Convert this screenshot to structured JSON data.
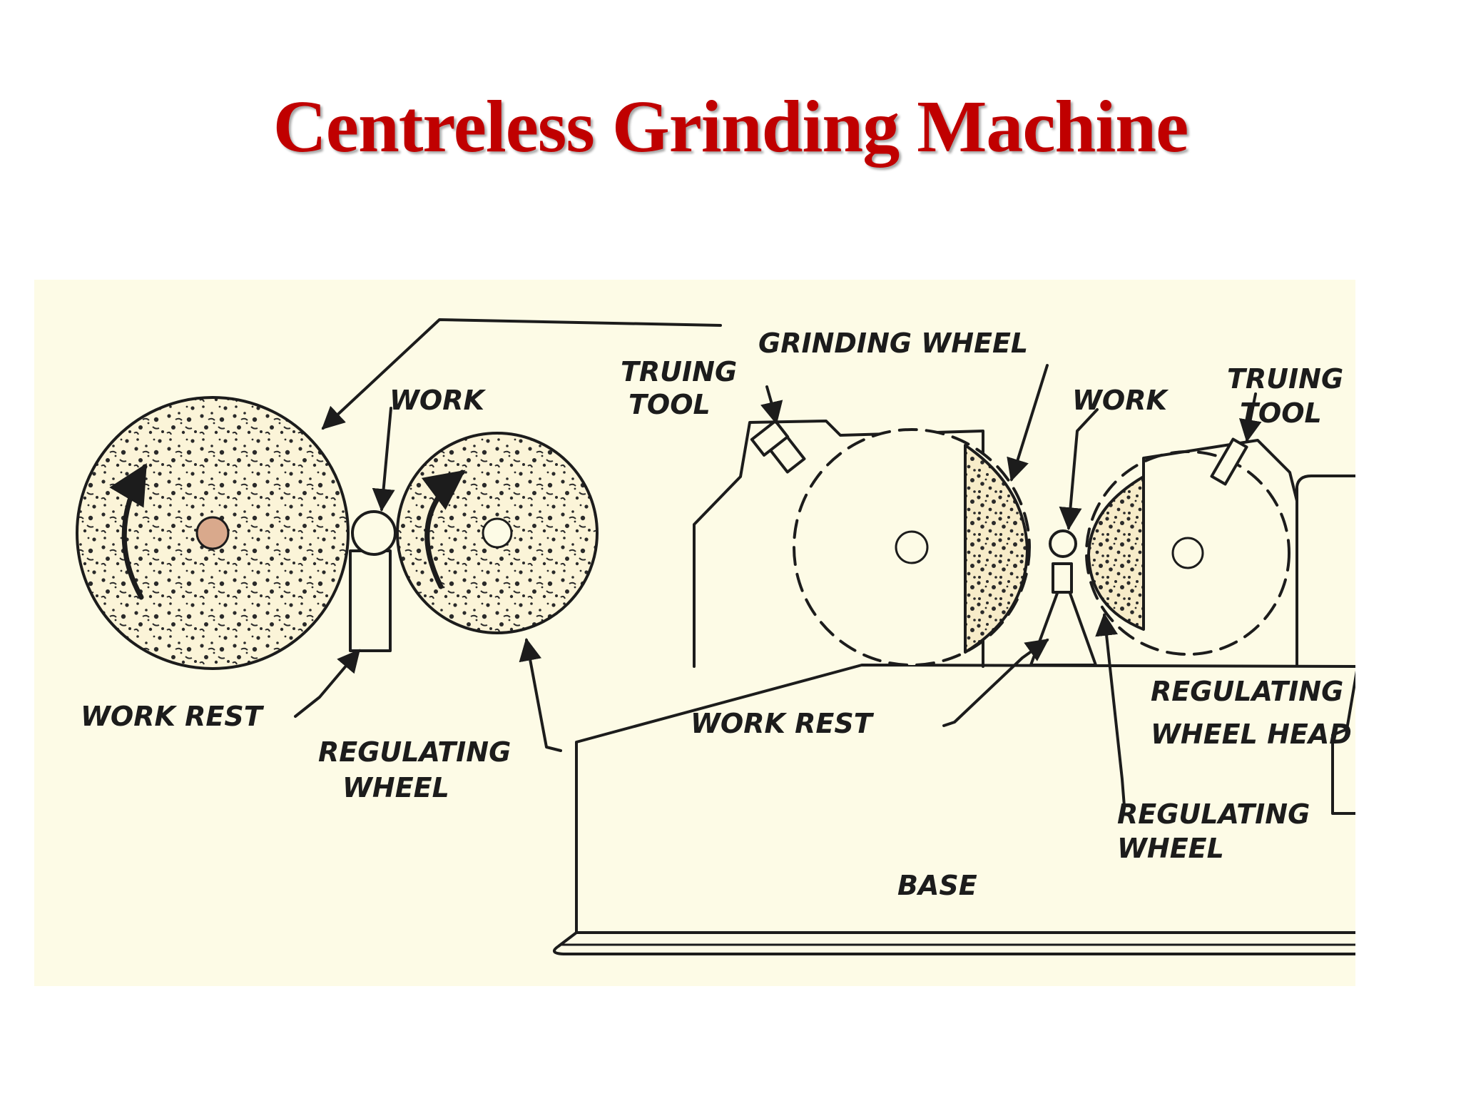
{
  "title": "Centreless Grinding Machine",
  "labels": {
    "work_left": "WORK",
    "work_rest_left": "WORK REST",
    "regulating_wheel_left_1": "REGULATING",
    "regulating_wheel_left_2": "WHEEL",
    "grinding_wheel": "GRINDING WHEEL",
    "truing_tool_left_1": "TRUING",
    "truing_tool_left_2": "TOOL",
    "work_right": "WORK",
    "truing_tool_right_1": "TRUING",
    "truing_tool_right_2": "TOOL",
    "regulating_wheel_head_1": "REGULATING",
    "regulating_wheel_head_2": "WHEEL HEAD",
    "work_rest_right": "WORK REST",
    "regulating_wheel_right_1": "REGULATING",
    "regulating_wheel_right_2": "WHEEL",
    "base": "BASE"
  },
  "colors": {
    "title": "#c00000",
    "paper": "#fdfbe6",
    "ink": "#1c1c1c",
    "hub": "#d9a98c"
  }
}
